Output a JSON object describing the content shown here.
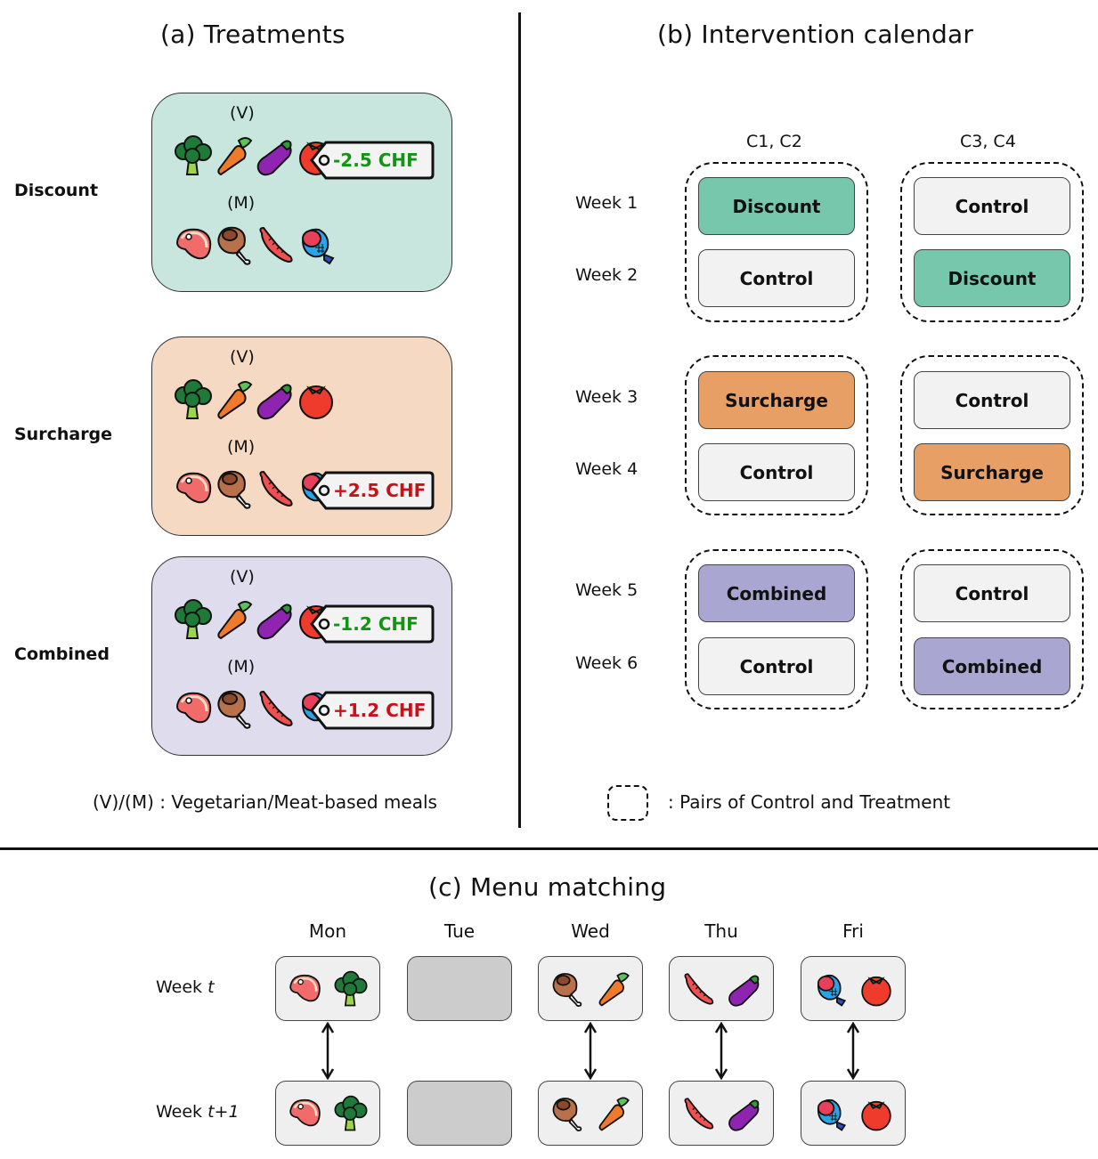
{
  "panels": {
    "a_title": "(a) Treatments",
    "b_title": "(b) Intervention calendar",
    "c_title": "(c) Menu matching"
  },
  "treatments": {
    "rows": [
      {
        "label": "Discount",
        "bg_color": "#c8e6de",
        "veg_label": "(V)",
        "meat_label": "(M)",
        "veg_price_tag": "-2.5 CHF",
        "meat_price_tag": null,
        "veg_tag_color": "#149414"
      },
      {
        "label": "Surcharge",
        "bg_color": "#f6d9c2",
        "veg_label": "(V)",
        "meat_label": "(M)",
        "veg_price_tag": null,
        "meat_price_tag": "+2.5 CHF",
        "meat_tag_color": "#c8121a"
      },
      {
        "label": "Combined",
        "bg_color": "#dedced",
        "veg_label": "(V)",
        "meat_label": "(M)",
        "veg_price_tag": "-1.2 CHF",
        "meat_price_tag": "+1.2 CHF",
        "veg_tag_color": "#149414",
        "meat_tag_color": "#c8121a"
      }
    ],
    "veg_icons": [
      "broccoli-icon",
      "carrot-icon",
      "eggplant-icon",
      "tomato-icon"
    ],
    "meat_icons": [
      "steak-icon",
      "ham-leg-icon",
      "sausage-icon",
      "fish-icon"
    ],
    "legend": "(V)/(M)  : Vegetarian/Meat-based meals"
  },
  "calendar": {
    "columns": [
      "C1, C2",
      "C3, C4"
    ],
    "weeks": [
      "Week 1",
      "Week 2",
      "Week 3",
      "Week 4",
      "Week 5",
      "Week 6"
    ],
    "col1": [
      "Discount",
      "Control",
      "Surcharge",
      "Control",
      "Combined",
      "Control"
    ],
    "col2": [
      "Control",
      "Discount",
      "Control",
      "Surcharge",
      "Control",
      "Combined"
    ],
    "colors": {
      "Discount": "#76c7ac",
      "Surcharge": "#e89f66",
      "Combined": "#a9a7d1",
      "Control": "#f2f2f2"
    },
    "legend": ": Pairs of Control and Treatment"
  },
  "menu": {
    "days": [
      "Mon",
      "Tue",
      "Wed",
      "Thu",
      "Fri"
    ],
    "week_t_prefix": "Week ",
    "week_t_var": "t",
    "week_t1_prefix": "Week ",
    "week_t1_var": "t+1",
    "cells": [
      {
        "meat": "steak-icon",
        "veg": "broccoli-icon"
      },
      null,
      {
        "meat": "ham-leg-icon",
        "veg": "carrot-icon"
      },
      {
        "meat": "sausage-icon",
        "veg": "eggplant-icon"
      },
      {
        "meat": "fish-icon",
        "veg": "tomato-icon"
      }
    ],
    "cell_bg": "#efefef",
    "empty_bg": "#cccccc"
  }
}
